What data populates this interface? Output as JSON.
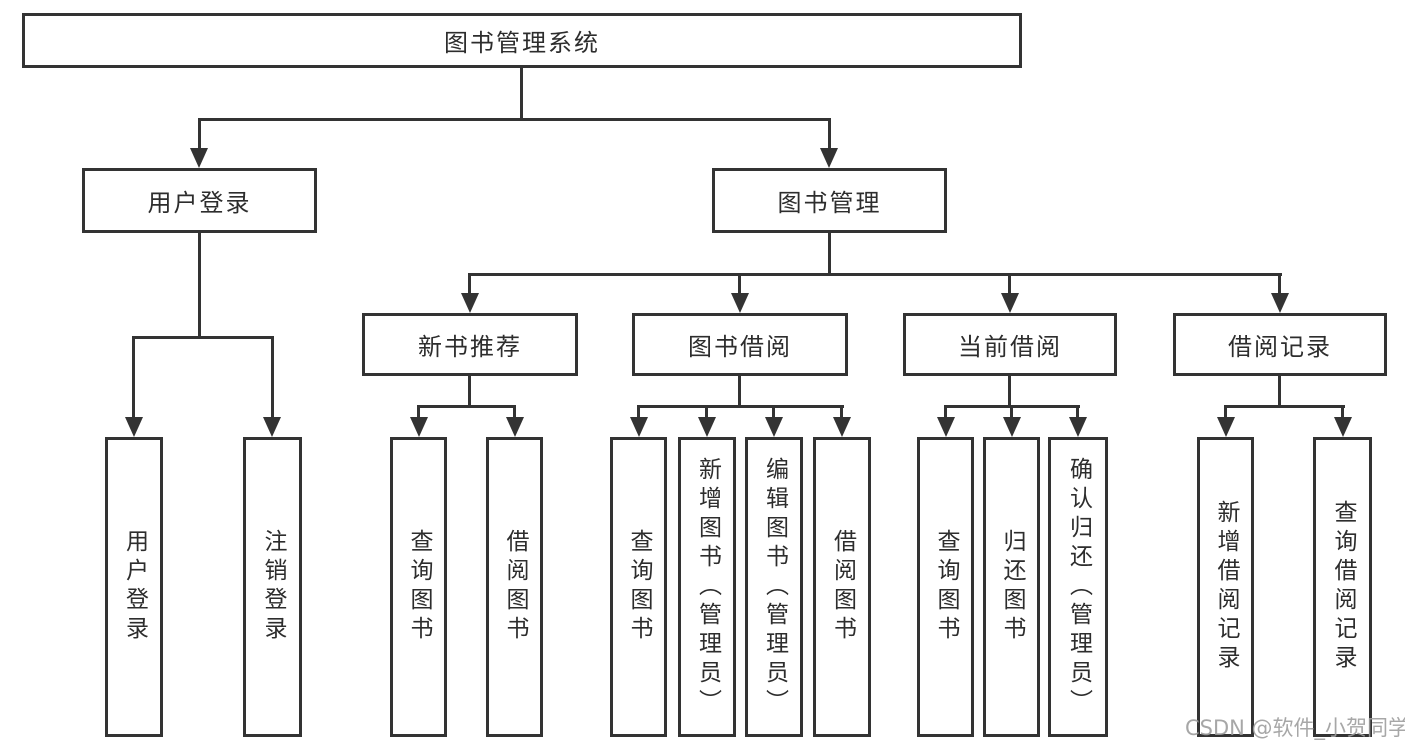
{
  "colors": {
    "background": "#ffffff",
    "line": "#333333",
    "text": "#2d2d2d",
    "watermark": "#9e9e9e"
  },
  "nodes": {
    "root": {
      "label": "图书管理系统"
    },
    "branches": [
      {
        "label": "用户登录"
      },
      {
        "label": "图书管理"
      }
    ],
    "groups": [
      {
        "label": "新书推荐"
      },
      {
        "label": "图书借阅"
      },
      {
        "label": "当前借阅"
      },
      {
        "label": "借阅记录"
      }
    ],
    "leaves": [
      {
        "label": "用户登录"
      },
      {
        "label": "注销登录"
      },
      {
        "label": "查询图书"
      },
      {
        "label": "借阅图书"
      },
      {
        "label": "查询图书"
      },
      {
        "label": "新增图书（管理员）"
      },
      {
        "label": "编辑图书（管理员）"
      },
      {
        "label": "借阅图书"
      },
      {
        "label": "查询图书"
      },
      {
        "label": "归还图书"
      },
      {
        "label": "确认归还（管理员）"
      },
      {
        "label": "新增借阅记录"
      },
      {
        "label": "查询借阅记录"
      }
    ]
  },
  "watermark": {
    "text": "CSDN @软件_小贺同学"
  }
}
